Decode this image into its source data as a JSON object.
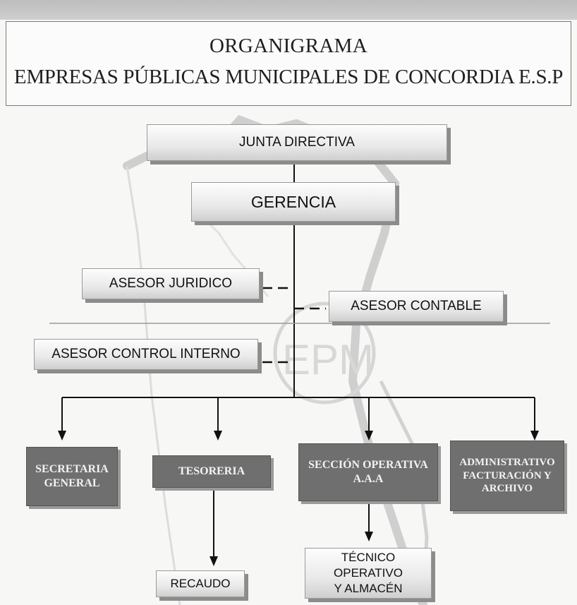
{
  "header": {
    "title_line1": "ORGANIGRAMA",
    "title_line2": "EMPRESAS PÚBLICAS MUNICIPALES DE CONCORDIA E.S.P"
  },
  "watermark_text": "EPM",
  "nodes": {
    "junta": "JUNTA DIRECTIVA",
    "gerencia": "GERENCIA",
    "asesor_juridico": "ASESOR JURIDICO",
    "asesor_contable": "ASESOR CONTABLE",
    "asesor_control": "ASESOR CONTROL INTERNO",
    "secretaria": [
      "SECRETARIA",
      "GENERAL"
    ],
    "tesoreria": "TESORERIA",
    "seccion_operativa": [
      "SECCIÓN OPERATIVA",
      "A.A.A"
    ],
    "administrativo": [
      "ADMINISTRATIVO",
      "FACTURACIÓN Y",
      "ARCHIVO"
    ],
    "recaudo": "RECAUDO",
    "tecnico": [
      "TÉCNICO OPERATIVO",
      "Y ALMACÉN"
    ]
  },
  "colors": {
    "dark_box": "#6f6f6f",
    "light_box": "#e9e9e9",
    "line": "#111111"
  }
}
